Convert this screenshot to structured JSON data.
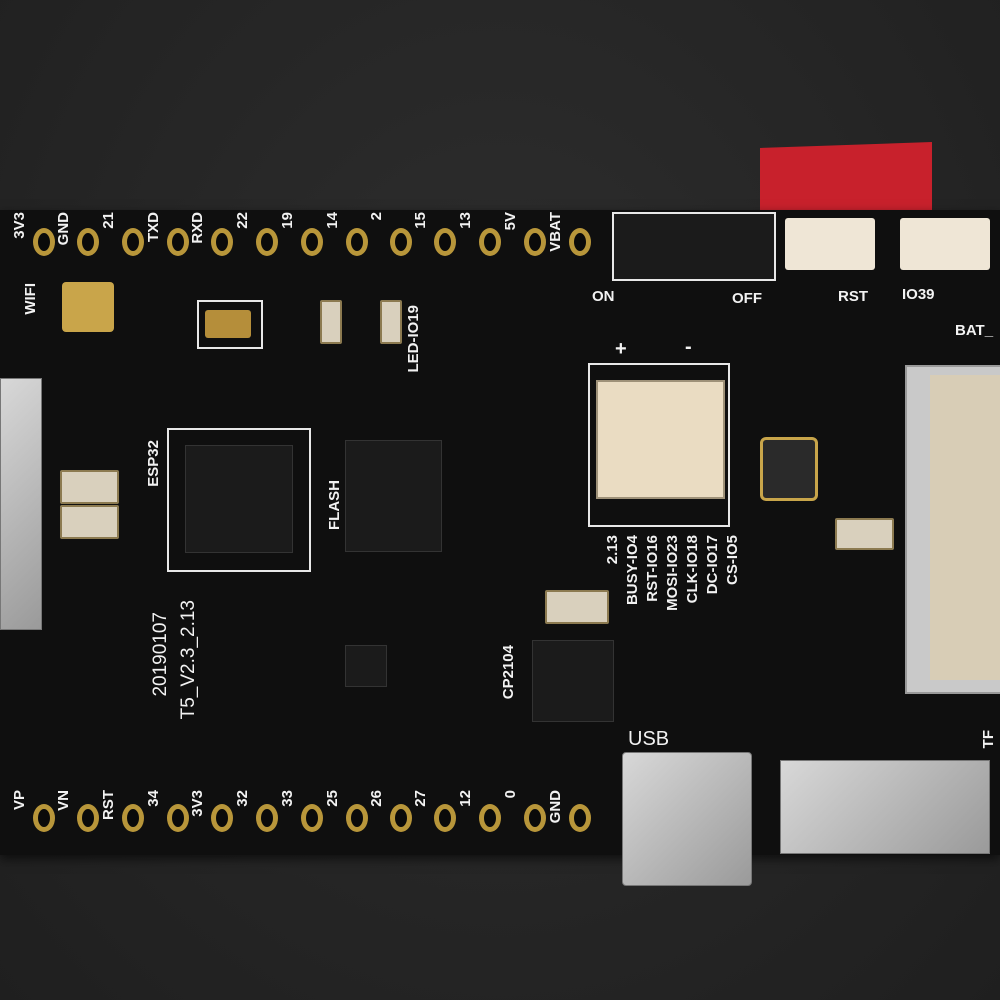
{
  "top_header_pins": [
    "3V3",
    "GND",
    "21",
    "TXD",
    "RXD",
    "22",
    "19",
    "14",
    "2",
    "15",
    "13",
    "5V",
    "VBAT"
  ],
  "bottom_header_pins": [
    "VP",
    "VN",
    "RST",
    "34",
    "3V3",
    "32",
    "33",
    "25",
    "26",
    "27",
    "12",
    "0",
    "GND"
  ],
  "labels": {
    "wifi": "WIFI",
    "esp32": "ESP32",
    "flash": "FLASH",
    "led": "LED-IO19",
    "date": "20190107",
    "version": "T5_V2.3_2.13",
    "usb_chip": "CP2104",
    "usb": "USB",
    "on": "ON",
    "off": "OFF",
    "rst": "RST",
    "io39": "IO39",
    "bat": "BAT_",
    "tf": "TF",
    "plus": "+",
    "minus": "-"
  },
  "epaper_pins": [
    "2.13",
    "BUSY-IO4",
    "RST-IO16",
    "MOSI-IO23",
    "CLK-IO18",
    "DC-IO17",
    "CS-IO5"
  ]
}
